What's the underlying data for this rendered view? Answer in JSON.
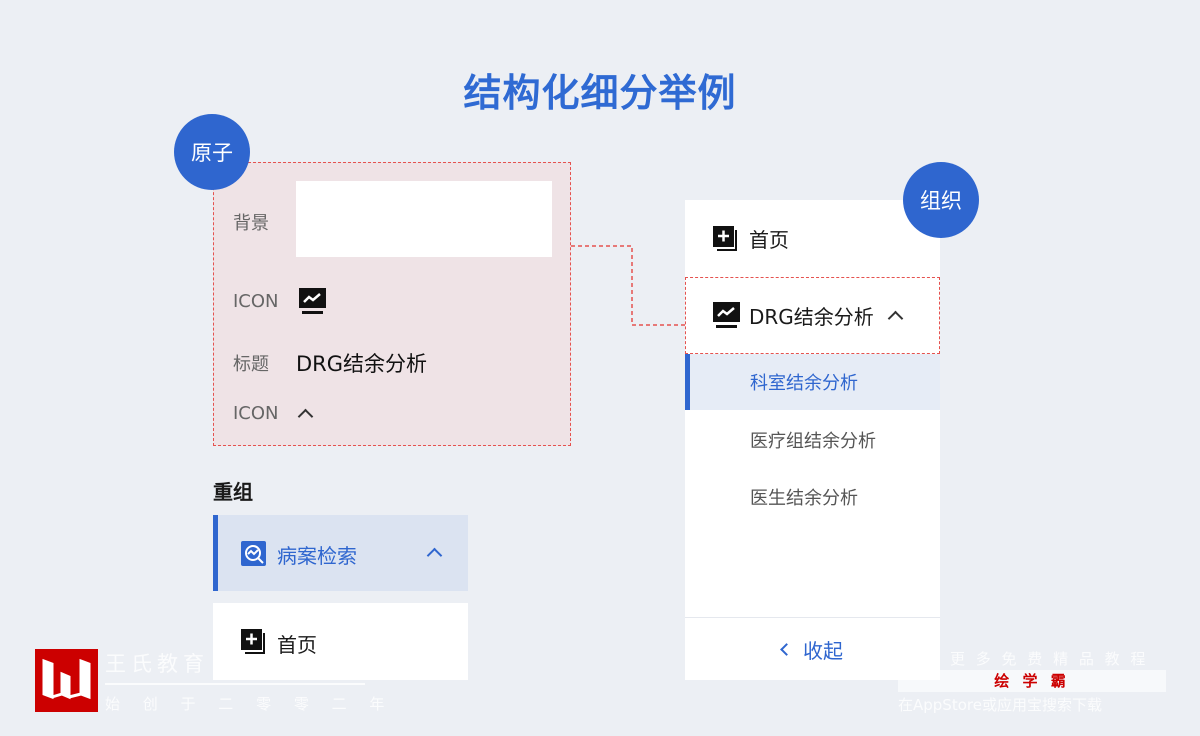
{
  "title": "结构化细分举例",
  "atom": {
    "badge": "原子",
    "bg_label": "背景",
    "icon_label": "ICON",
    "title_label": "标题",
    "title_value": "DRG结余分析",
    "icon2_label": "ICON"
  },
  "recompose": {
    "heading": "重组",
    "active_item": "病案检索",
    "home_item": "首页"
  },
  "org": {
    "badge": "组织",
    "home": "首页",
    "drg": "DRG结余分析",
    "subs": [
      "科室结余分析",
      "医疗组结余分析",
      "医生结余分析"
    ],
    "collapse": "收起"
  },
  "watermark": {
    "brand": "王氏教育",
    "slogan": "始 创 于 二 零 零 二 年",
    "more": "更 多 免 费 精 品 教 程",
    "app": "绘 学 霸",
    "search": "在AppStore或应用宝搜索下载"
  },
  "colors": {
    "accent": "#2f66cf",
    "dash": "#e5524f"
  }
}
